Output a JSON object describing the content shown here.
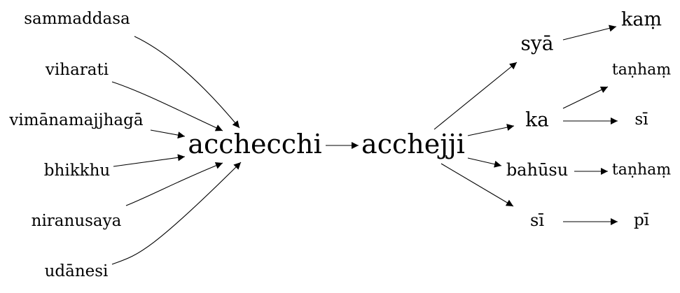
{
  "graph": {
    "nodes": {
      "sammaddasa": "sammaddasa",
      "viharati": "viharati",
      "vimanamajjhaga": "vimānamajjhagā",
      "bhikkhu": "bhikkhu",
      "niranusaya": "niranusaya",
      "udanesi": "udānesi",
      "acchecchi": "acchecchi",
      "acchejji": "acchejji",
      "sya": "syā",
      "ka": "ka",
      "bahusu": "bahūsu",
      "si_mid": "sī",
      "kam": "kaṃ",
      "tanham_upper": "taṇhaṃ",
      "si_right": "sī",
      "tanham_lower": "taṇhaṃ",
      "pi": "pī"
    },
    "edges": [
      {
        "from": "sammaddasa",
        "to": "acchecchi"
      },
      {
        "from": "viharati",
        "to": "acchecchi"
      },
      {
        "from": "vimanamajjhaga",
        "to": "acchecchi"
      },
      {
        "from": "bhikkhu",
        "to": "acchecchi"
      },
      {
        "from": "niranusaya",
        "to": "acchecchi"
      },
      {
        "from": "udanesi",
        "to": "acchecchi"
      },
      {
        "from": "acchecchi",
        "to": "acchejji"
      },
      {
        "from": "acchejji",
        "to": "sya"
      },
      {
        "from": "acchejji",
        "to": "ka"
      },
      {
        "from": "acchejji",
        "to": "bahusu"
      },
      {
        "from": "acchejji",
        "to": "si_mid"
      },
      {
        "from": "sya",
        "to": "kam"
      },
      {
        "from": "ka",
        "to": "tanham_upper"
      },
      {
        "from": "ka",
        "to": "si_right"
      },
      {
        "from": "bahusu",
        "to": "tanham_lower"
      },
      {
        "from": "si_mid",
        "to": "pi"
      }
    ]
  }
}
